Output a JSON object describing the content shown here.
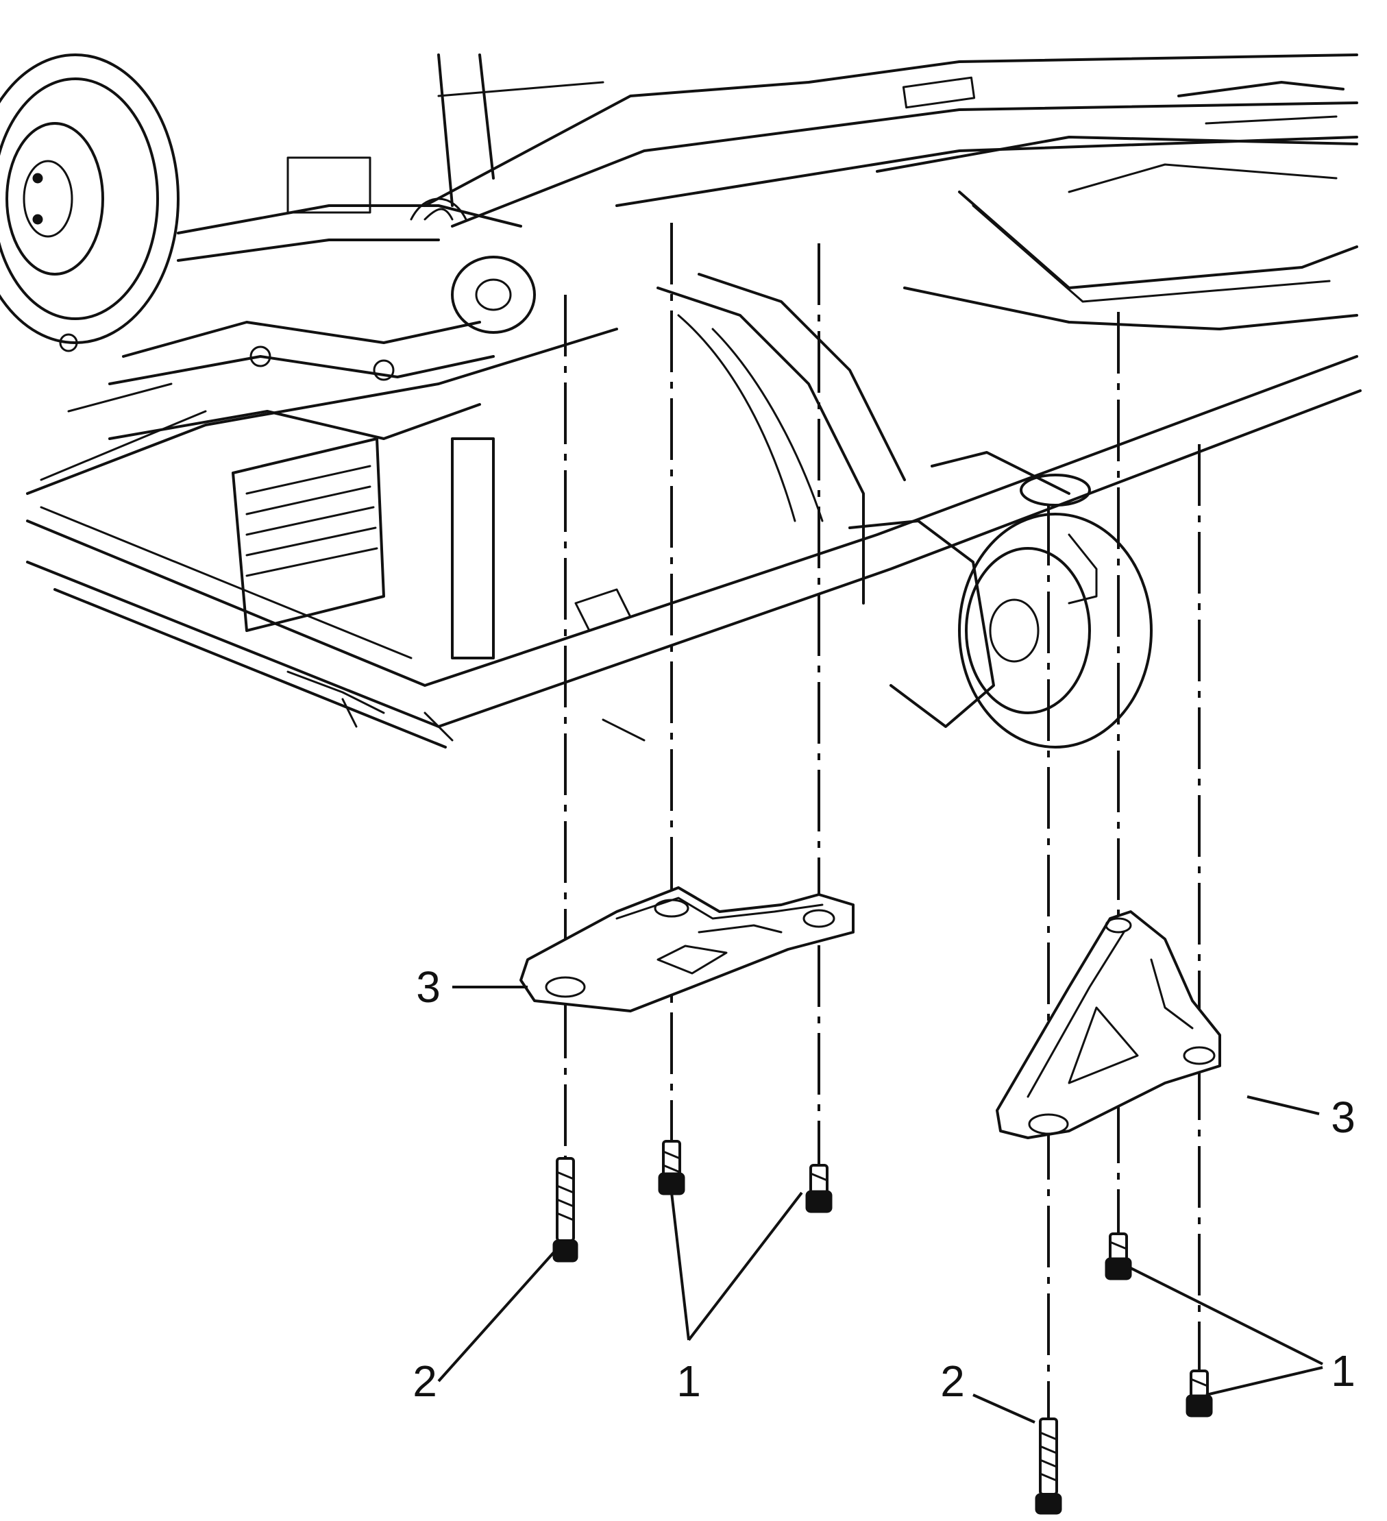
{
  "callouts": [
    {
      "id": "front-shield",
      "text": "3"
    },
    {
      "id": "rear-shield",
      "text": "3"
    },
    {
      "id": "front-bolt-long",
      "text": "2"
    },
    {
      "id": "rear-bolt-long",
      "text": "2"
    },
    {
      "id": "front-bolts-short",
      "text": "1"
    },
    {
      "id": "rear-bolts-short",
      "text": "1"
    }
  ]
}
